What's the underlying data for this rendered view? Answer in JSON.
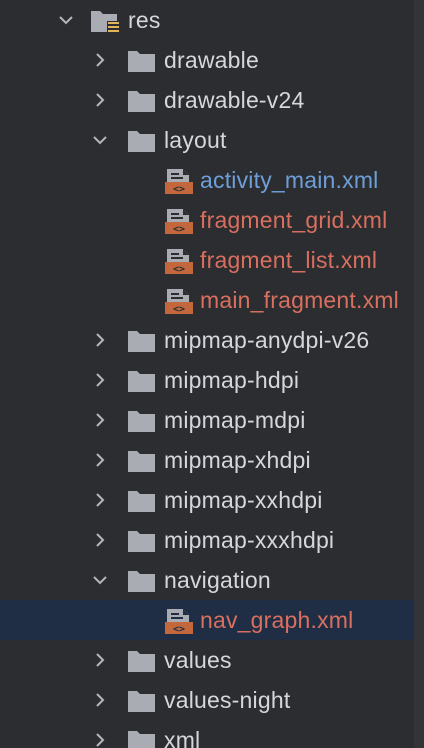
{
  "colors": {
    "background": "#2b2d30",
    "text": "#d5d7da",
    "modified_blue": "#6f9fd8",
    "unversioned_red": "#d96f5f",
    "selection": "#1f2e45",
    "folder": "#a9adb3"
  },
  "tree": {
    "root": {
      "label": "res",
      "icon": "resource-folder-icon",
      "expanded": true
    },
    "items": [
      {
        "label": "drawable",
        "type": "folder",
        "expanded": false
      },
      {
        "label": "drawable-v24",
        "type": "folder",
        "expanded": false
      },
      {
        "label": "layout",
        "type": "folder",
        "expanded": true
      },
      {
        "label": "activity_main.xml",
        "type": "file",
        "status": "blue"
      },
      {
        "label": "fragment_grid.xml",
        "type": "file",
        "status": "red"
      },
      {
        "label": "fragment_list.xml",
        "type": "file",
        "status": "red"
      },
      {
        "label": "main_fragment.xml",
        "type": "file",
        "status": "red"
      },
      {
        "label": "mipmap-anydpi-v26",
        "type": "folder",
        "expanded": false
      },
      {
        "label": "mipmap-hdpi",
        "type": "folder",
        "expanded": false
      },
      {
        "label": "mipmap-mdpi",
        "type": "folder",
        "expanded": false
      },
      {
        "label": "mipmap-xhdpi",
        "type": "folder",
        "expanded": false
      },
      {
        "label": "mipmap-xxhdpi",
        "type": "folder",
        "expanded": false
      },
      {
        "label": "mipmap-xxxhdpi",
        "type": "folder",
        "expanded": false
      },
      {
        "label": "navigation",
        "type": "folder",
        "expanded": true
      },
      {
        "label": "nav_graph.xml",
        "type": "file",
        "status": "red",
        "selected": true
      },
      {
        "label": "values",
        "type": "folder",
        "expanded": false
      },
      {
        "label": "values-night",
        "type": "folder",
        "expanded": false
      },
      {
        "label": "xml",
        "type": "folder",
        "expanded": false
      }
    ]
  }
}
